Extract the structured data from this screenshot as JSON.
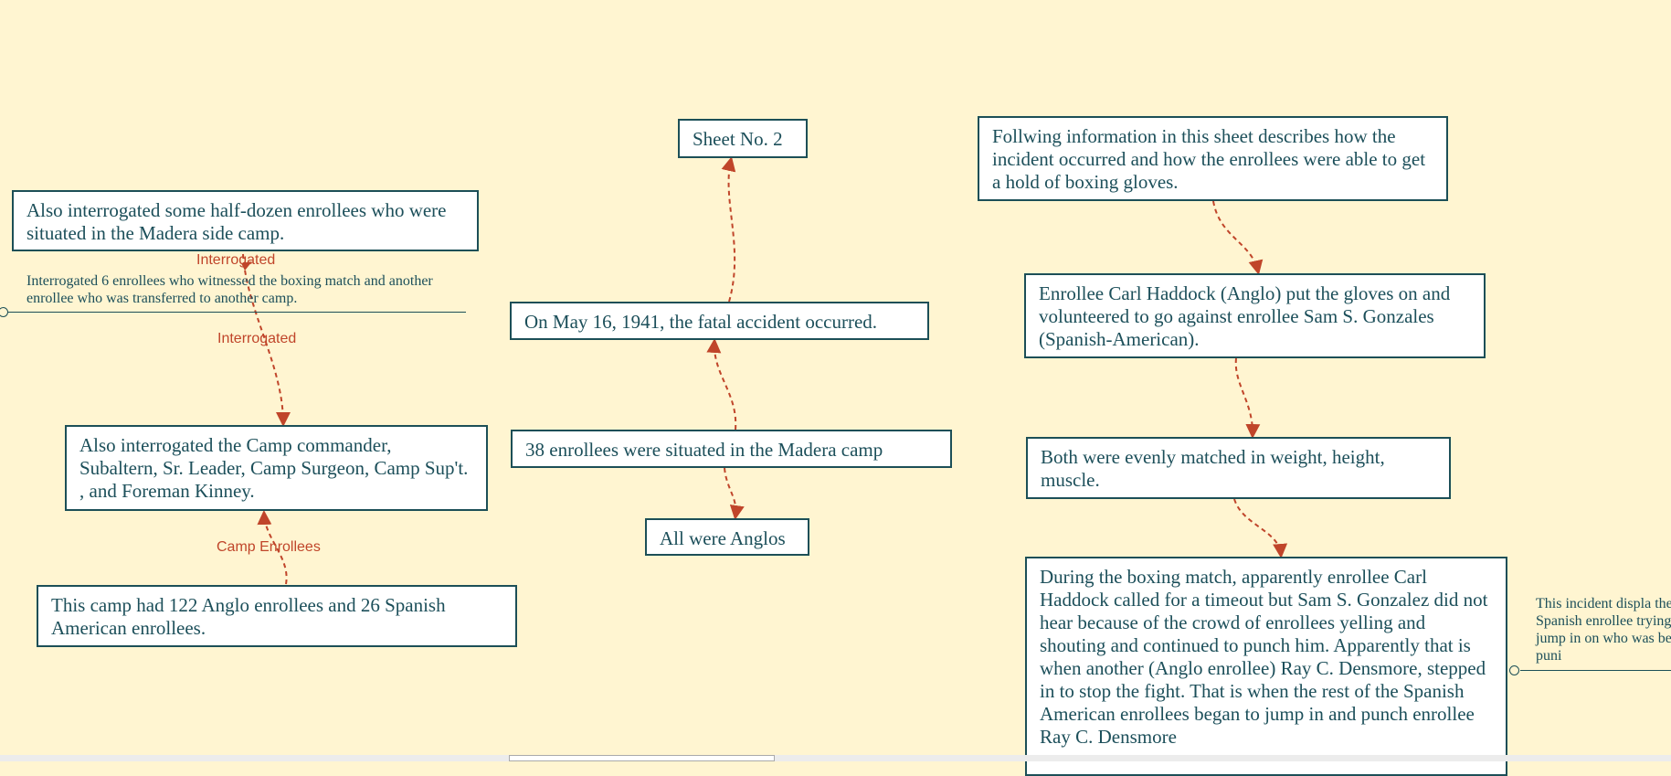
{
  "nodes": {
    "sheet": "Sheet No. 2",
    "following": "Follwing information in this sheet describes how the incident occurred and how the enrollees were able to get a hold of boxing gloves.",
    "half_dozen": "Also interrogated some half-dozen enrollees who were situated in the Madera side camp.",
    "may16": "On May 16, 1941, the fatal accident occurred.",
    "haddock": "Enrollee Carl Haddock (Anglo) put the gloves on and volunteered to go against enrollee Sam S. Gonzales (Spanish-American).",
    "madera38": "38 enrollees were situated in the Madera camp",
    "commander": "Also interrogated the Camp commander, Subaltern, Sr. Leader, Camp Surgeon, Camp Sup't. , and Foreman Kinney.",
    "matched": "Both were evenly matched in weight, height, muscle.",
    "anglos": "All were Anglos",
    "camp122": "This camp had 122 Anglo enrollees and 26 Spanish American enrollees.",
    "during": "During the boxing match, apparently enrollee Carl Haddock called for a timeout but Sam S. Gonzalez did not hear because of the crowd of enrollees yelling and shouting and continued to punch him. Apparently that is when another (Anglo enrollee) Ray C. Densmore, stepped in to stop the fight. That is when the rest of the Spanish American enrollees began to jump in and punch enrollee Ray C. Densmore"
  },
  "notes": {
    "interrogated6": "Interrogated 6 enrollees who witnessed the boxing match and another enrollee who was transferred to another camp.",
    "incident": "This incident displa the Spanish enrollee trying to jump in on who was being puni"
  },
  "labels": {
    "interrogated_top": "Interrogated",
    "interrogated": "Interrogated",
    "camp_enrollees": "Camp Enrollees"
  },
  "colors": {
    "background": "#fff5d1",
    "border": "#1c4f57",
    "link": "#c0452a"
  }
}
